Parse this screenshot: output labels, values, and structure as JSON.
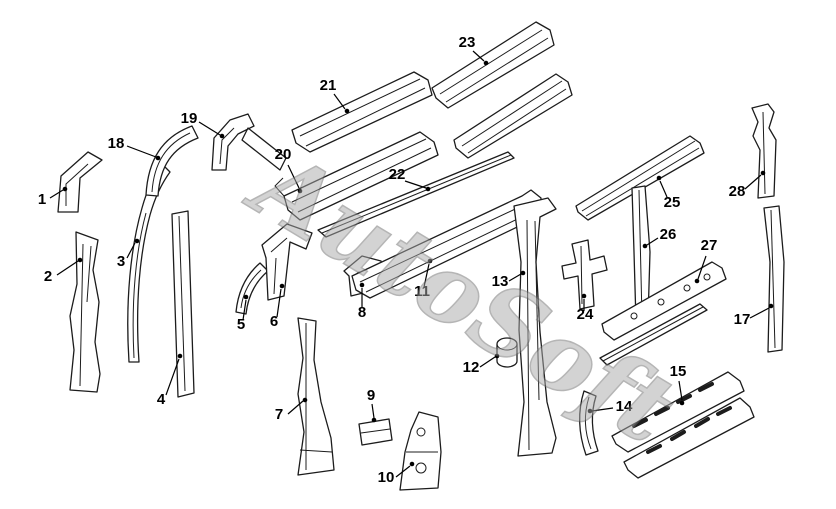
{
  "watermark": "AutoSoft",
  "colors": {
    "watermark_fill": "#a9a9a9",
    "watermark_stroke": "#6e6e6e",
    "line": "#1c1c1c"
  },
  "labels": {
    "l1": "1",
    "l2": "2",
    "l3": "3",
    "l4": "4",
    "l5": "5",
    "l6": "6",
    "l7": "7",
    "l8": "8",
    "l9": "9",
    "l10": "10",
    "l11": "11",
    "l12": "12",
    "l13": "13",
    "l14": "14",
    "l15": "15",
    "l17": "17",
    "l18": "18",
    "l19": "19",
    "l20": "20",
    "l21": "21",
    "l22": "22",
    "l23": "23",
    "l24": "24",
    "l25": "25",
    "l26": "26",
    "l27": "27",
    "l28": "28"
  }
}
